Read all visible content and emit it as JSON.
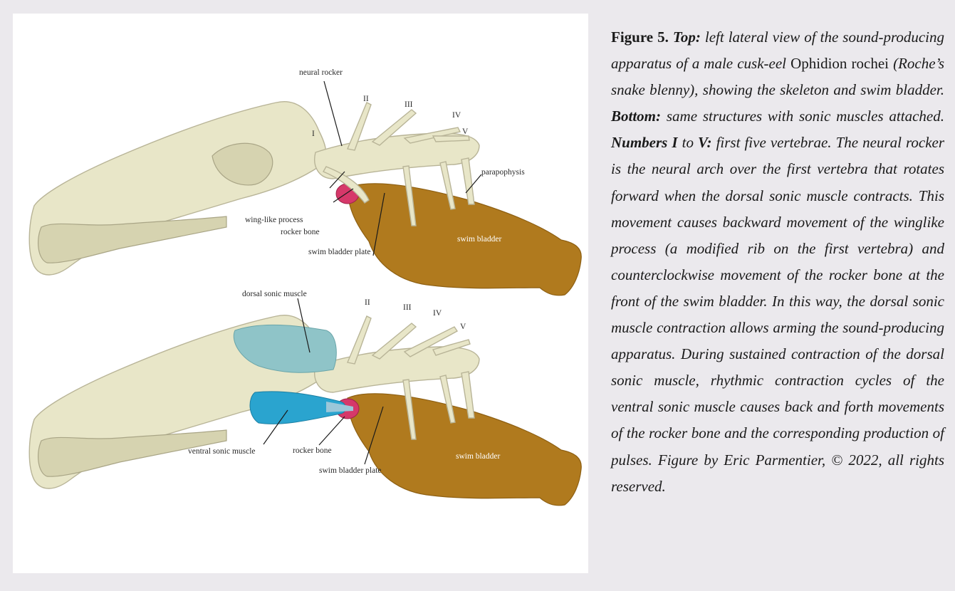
{
  "figure": {
    "top_labels": {
      "neural_rocker": "neural rocker",
      "I": "I",
      "II": "II",
      "III": "III",
      "IV": "IV",
      "V": "V",
      "parapophysis": "parapophysis",
      "wing_like_process": "wing-like process",
      "rocker_bone": "rocker bone",
      "swim_bladder_plate": "swim bladder plate",
      "swim_bladder": "swim bladder"
    },
    "bottom_labels": {
      "dorsal_sonic_muscle": "dorsal sonic muscle",
      "II": "II",
      "III": "III",
      "IV": "IV",
      "V": "V",
      "ventral_sonic_muscle": "ventral sonic muscle",
      "rocker_bone": "rocker bone",
      "swim_bladder_plate": "swim bladder plate",
      "swim_bladder": "swim bladder"
    },
    "colors": {
      "bone": "#e8e6c8",
      "swim_bladder": "#b07a1e",
      "rocker_bone": "#d6386a",
      "dorsal_sonic_muscle": "#8fc4c8",
      "ventral_sonic_muscle": "#2aa4cf"
    }
  },
  "caption": {
    "figure_number": "Figure 5.",
    "top_label": "Top:",
    "top_text": "left lateral view of the sound-producing apparatus of a male cusk-eel",
    "species": "Ophidion rochei",
    "common_name": "(Roche’s snake blenny), showing the skeleton and swim bladder.",
    "bottom_label": "Bottom:",
    "bottom_text": "same structures with sonic muscles attached.",
    "numbers_label_1": "Numbers I",
    "numbers_to": "to",
    "numbers_label_2": "V:",
    "numbers_text": "first five vertebrae. The neural rocker is the neural arch over the first vertebra that rotates forward when the dorsal sonic muscle contracts. This movement causes backward movement of the winglike process (a modified rib on the first vertebra) and counterclockwise movement of the rocker bone at the front of the swim bladder. In this way, the dorsal sonic muscle contraction allows arming the sound-producing apparatus. During sustained contraction of the dorsal sonic muscle, rhythmic contraction cycles of the ventral sonic muscle causes back and forth movements of the rocker bone and the corresponding production of pulses. Figure by Eric Parmentier, © 2022, all rights reserved."
  }
}
